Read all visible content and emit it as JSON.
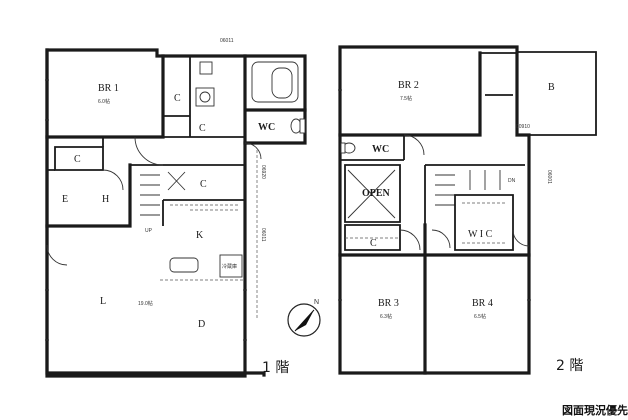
{
  "floor1": {
    "rooms": {
      "br1": "BR 1",
      "br1_area": "6.0帖",
      "c_closet1": "C",
      "c_closet2": "C",
      "c_pantry": "C",
      "c_stair": "C",
      "wc": "WC",
      "e": "E",
      "h": "H",
      "k": "K",
      "l": "L",
      "d": "D",
      "ld_area": "19.0帖",
      "up": "UP"
    },
    "dims": {
      "top": "06011",
      "right_upper": "06920",
      "right_lower": "06011"
    },
    "fridge": "冷蔵庫",
    "floor_label": "1 階"
  },
  "floor2": {
    "rooms": {
      "br2": "BR 2",
      "br2_area": "7.5帖",
      "b": "B",
      "wc": "WC",
      "open": "OPEN",
      "c": "C",
      "wic": "W I C",
      "br3": "BR 3",
      "br3_area": "6.3帖",
      "br4": "BR 4",
      "br4_area": "6.5帖",
      "dn": "DN"
    },
    "dims": {
      "balcony": "00910",
      "right": "06001"
    },
    "floor_label": "2 階"
  },
  "compass": {
    "north": "N"
  },
  "caption": "図面現況優先"
}
